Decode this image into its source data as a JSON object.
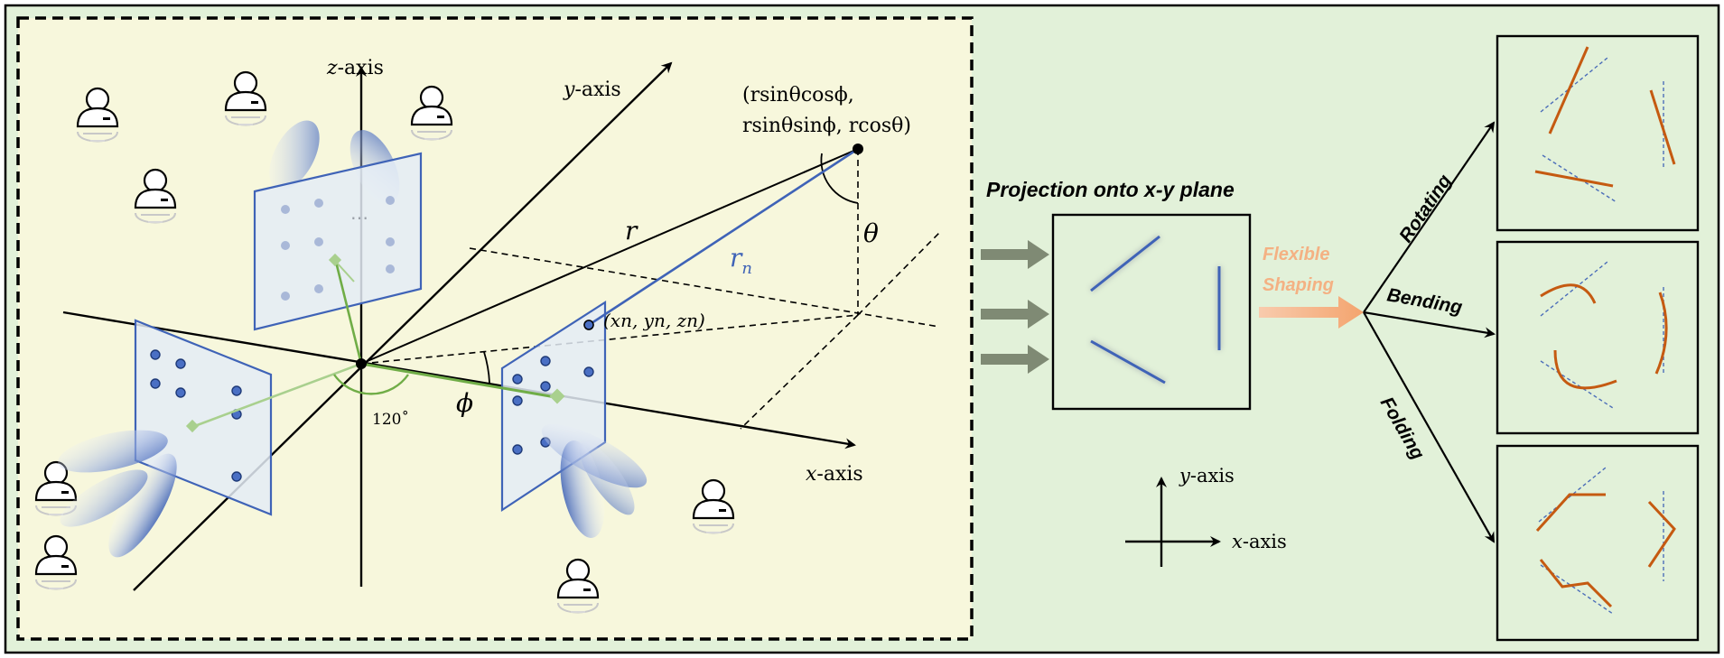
{
  "labels": {
    "z_axis": {
      "var": "z",
      "rest": "-axis"
    },
    "y_axis": {
      "var": "y",
      "rest": "-axis"
    },
    "x_axis": {
      "var": "x",
      "rest": "-axis"
    },
    "coord_line1": "(rsinθcosϕ,",
    "coord_line2": "rsinθsinϕ, rcosθ)",
    "r": "r",
    "rn_base": "r",
    "rn_sub": "n",
    "theta": "θ",
    "phi": "ϕ",
    "xn_point": "(xn, yn, zn)",
    "angle_120": "120˚",
    "dots": "⋯"
  },
  "middle": {
    "title": "Projection onto x-y plane",
    "flexible": "Flexible",
    "shaping": "Shaping",
    "y_axis": {
      "var": "y",
      "rest": "-axis"
    },
    "x_axis": {
      "var": "x",
      "rest": "-axis"
    }
  },
  "right": {
    "rotating": "Rotating",
    "bending": "Bending",
    "folding": "Folding"
  },
  "colors": {
    "panel_bg": "#f7f7dc",
    "outer_bg": "#e2f1d9",
    "blue": "#3f63b7",
    "orange": "#c55a11",
    "orange_light": "#f4b183",
    "green": "#70ad47",
    "gray_arrow": "#7f8a74"
  }
}
